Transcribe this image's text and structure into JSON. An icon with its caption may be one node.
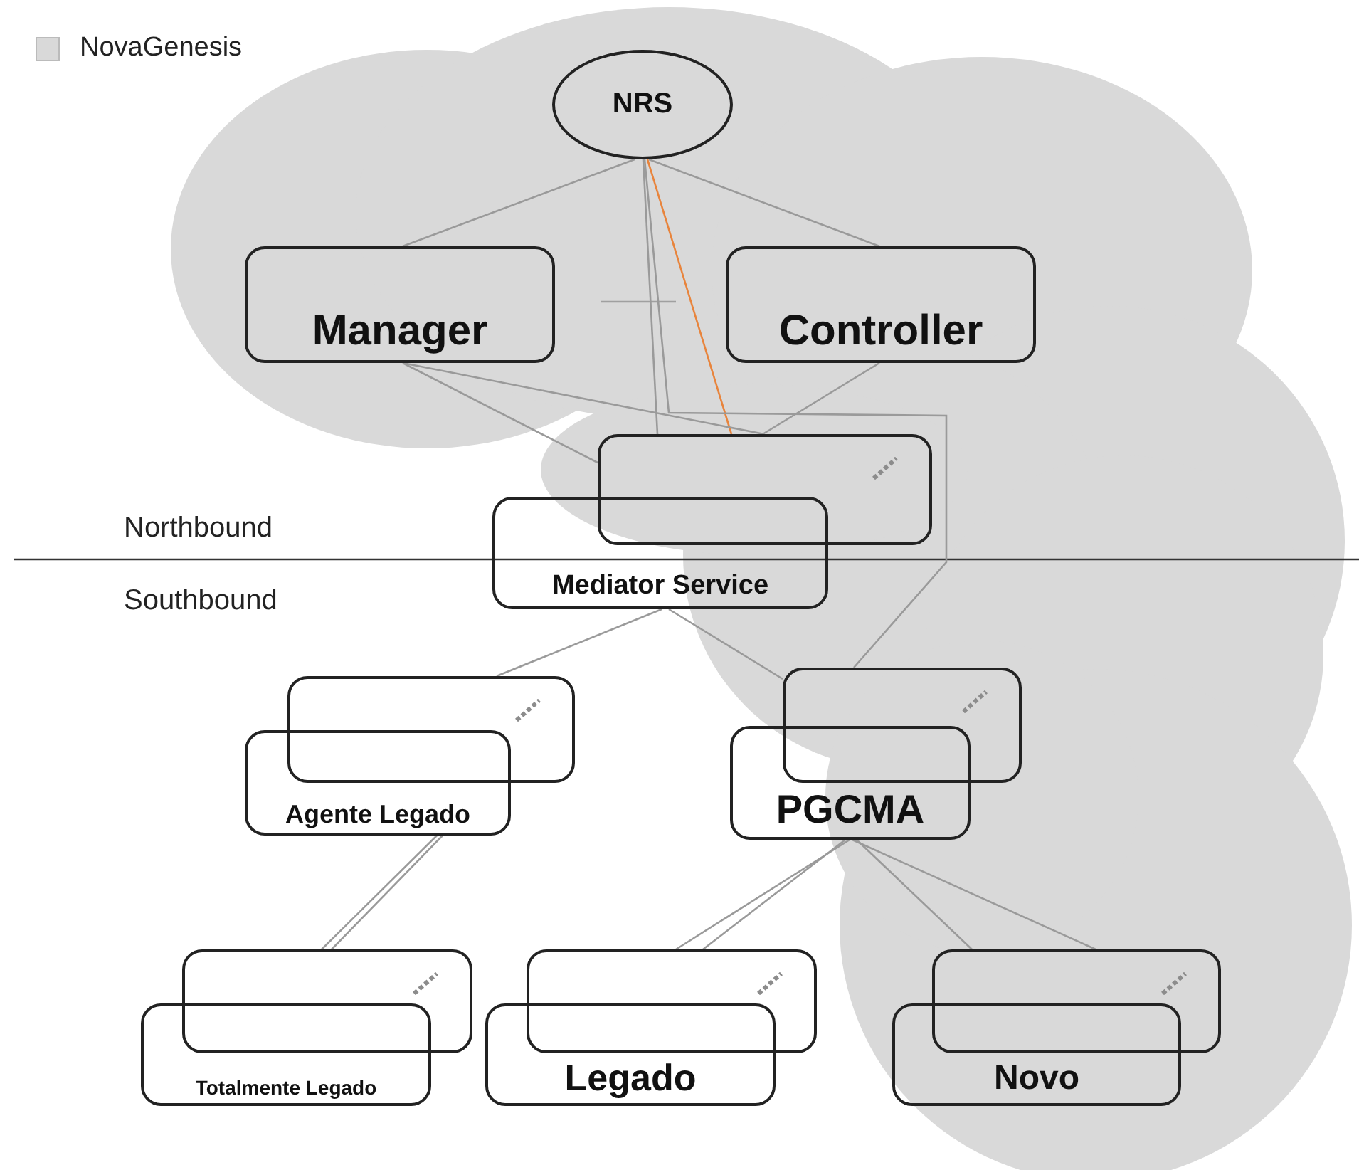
{
  "diagram": {
    "nodes": [
      {
        "text": [
          "NRS"
        ]
      },
      {
        "text": [
          "Manager"
        ]
      },
      {
        "text": [
          "Controller"
        ]
      },
      {
        "text": [],
        "shape": "box"
      },
      {
        "text": [
          "Mediator Service"
        ]
      },
      {
        "text": [],
        "shape": "box"
      },
      {
        "text": [
          "Agente Legado"
        ]
      },
      {
        "text": [],
        "shape": "box"
      },
      {
        "text": [
          "PGCMA"
        ]
      },
      {
        "text": [],
        "shape": "box"
      },
      {
        "text": [
          "Totalmente Legado"
        ]
      },
      {
        "text": [],
        "shape": "box"
      },
      {
        "text": [
          "Legado"
        ]
      },
      {
        "text": [],
        "shape": "box"
      },
      {
        "text": [
          "Novo"
        ]
      }
    ],
    "edges": [
      {
        "from": 0,
        "to": 1,
        "arrow": "none"
      },
      {
        "from": 0,
        "to": 2,
        "arrow": "none"
      },
      {
        "from": 0,
        "to": 3,
        "arrow": "none"
      },
      {
        "from": 0,
        "to": 3,
        "arrow": "none",
        "color": "#e8843c"
      },
      {
        "from": 0,
        "to": 7,
        "arrow": "none"
      },
      {
        "from": 1,
        "to": 3,
        "arrow": "none"
      },
      {
        "from": 1,
        "to": 3,
        "arrow": "none"
      },
      {
        "from": 2,
        "to": 3,
        "arrow": "none"
      },
      {
        "from": 4,
        "to": 5,
        "arrow": "none"
      },
      {
        "from": 4,
        "to": 7,
        "arrow": "none"
      },
      {
        "from": 6,
        "to": 9,
        "arrow": "none"
      },
      {
        "from": 6,
        "to": 9,
        "arrow": "none"
      },
      {
        "from": 8,
        "to": 11,
        "arrow": "none"
      },
      {
        "from": 8,
        "to": 11,
        "arrow": "none"
      },
      {
        "from": 8,
        "to": 13,
        "arrow": "none"
      },
      {
        "from": 8,
        "to": 13,
        "arrow": "none"
      }
    ],
    "labels": [
      "Northbound",
      "Southbound"
    ],
    "legend": [
      {
        "text": "NovaGenesis",
        "color": "#d9d9d9"
      }
    ]
  }
}
